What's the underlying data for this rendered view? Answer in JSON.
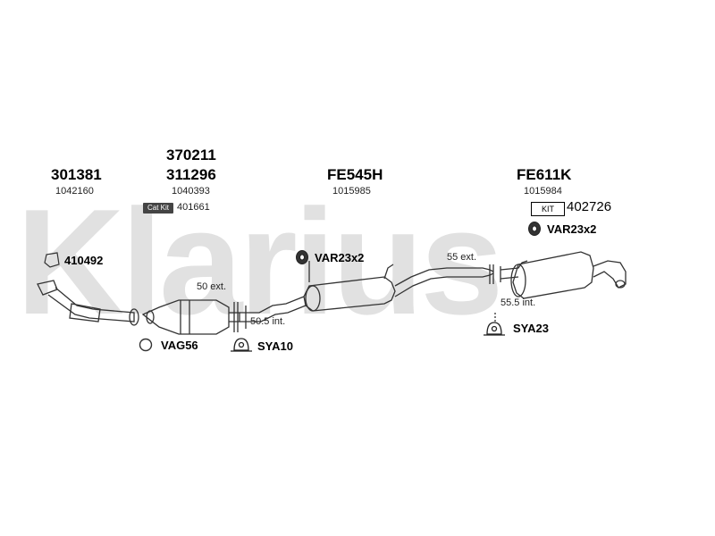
{
  "watermark": "Klarius",
  "parts": {
    "p301381": {
      "number": "301381",
      "ref": "1042160"
    },
    "p311296": {
      "number_top": "370211",
      "number": "311296",
      "ref": "1040393",
      "catkit_label": "Cat Kit",
      "catkit_ref": "401661"
    },
    "pFE545H": {
      "number": "FE545H",
      "ref": "1015985"
    },
    "pFE611K": {
      "number": "FE611K",
      "ref": "1015984",
      "kit_label": "KIT",
      "kit_ref": "402726"
    }
  },
  "fittings": {
    "gasket_410492": "410492",
    "ring_vag56": "VAG56",
    "clamp_sya10": "SYA10",
    "rubber_var_mid": "VAR23x2",
    "rubber_var_rear": "VAR23x2",
    "clamp_sya23": "SYA23"
  },
  "annotations": {
    "ext_50": "50 ext.",
    "int_505": "50.5 int.",
    "ext_55": "55 ext.",
    "int_555": "55.5 int."
  },
  "colors": {
    "line": "#333333",
    "watermark": "#e1e1e1"
  }
}
